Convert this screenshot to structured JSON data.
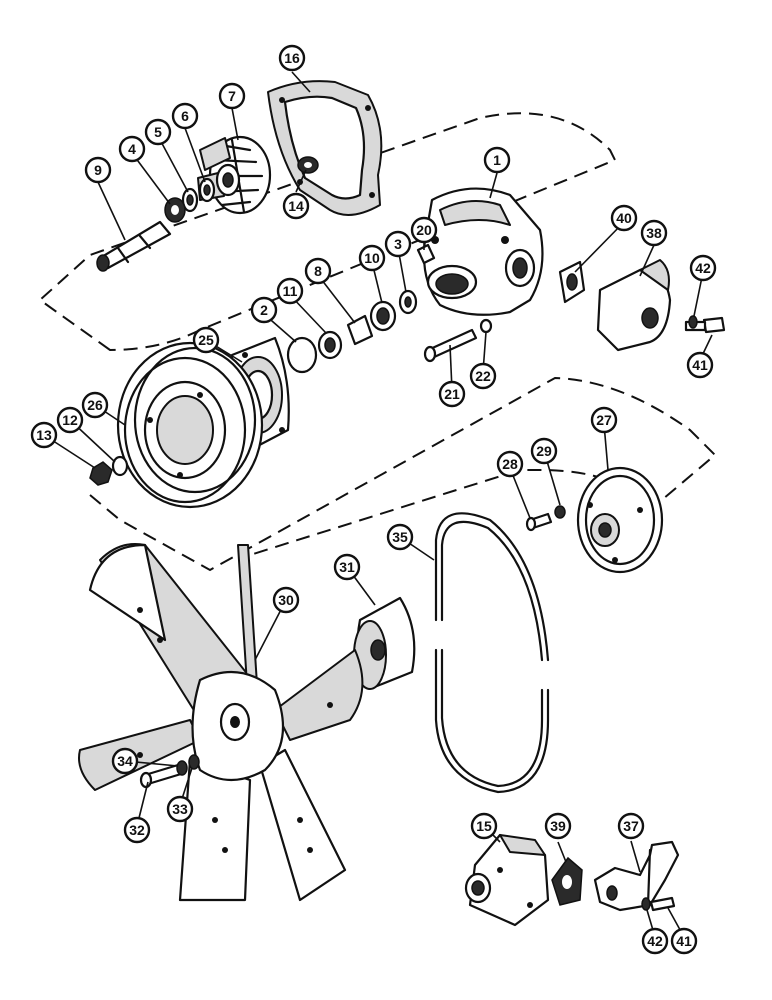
{
  "callouts": {
    "c1": "1",
    "c2": "2",
    "c3": "3",
    "c4": "4",
    "c5": "5",
    "c6": "6",
    "c7": "7",
    "c8": "8",
    "c9": "9",
    "c10": "10",
    "c11": "11",
    "c12": "12",
    "c13": "13",
    "c14": "14",
    "c15": "15",
    "c16": "16",
    "c20": "20",
    "c21": "21",
    "c22": "22",
    "c25": "25",
    "c26": "26",
    "c27": "27",
    "c28": "28",
    "c29": "29",
    "c30": "30",
    "c31": "31",
    "c32": "32",
    "c33": "33",
    "c34": "34",
    "c35": "35",
    "c37": "37",
    "c38": "38",
    "c39": "39",
    "c40": "40",
    "c41a": "41",
    "c41b": "41",
    "c42a": "42",
    "c42b": "42"
  }
}
